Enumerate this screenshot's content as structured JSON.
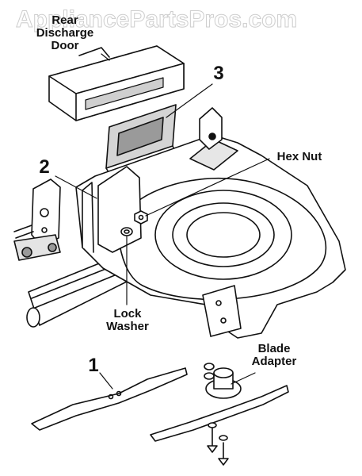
{
  "watermark": "AppliancePartsPros.com",
  "labels": {
    "rear_discharge_door_line1": "Rear",
    "rear_discharge_door_line2": "Discharge",
    "rear_discharge_door_line3": "Door",
    "hex_nut": "Hex Nut",
    "lock_washer_line1": "Lock",
    "lock_washer_line2": "Washer",
    "blade_adapter_line1": "Blade",
    "blade_adapter_line2": "Adapter"
  },
  "callouts": {
    "part_1": "1",
    "part_2": "2",
    "part_3": "3"
  },
  "colors": {
    "ink": "#111111",
    "paper": "#ffffff",
    "shade": "#c9c9c9"
  }
}
